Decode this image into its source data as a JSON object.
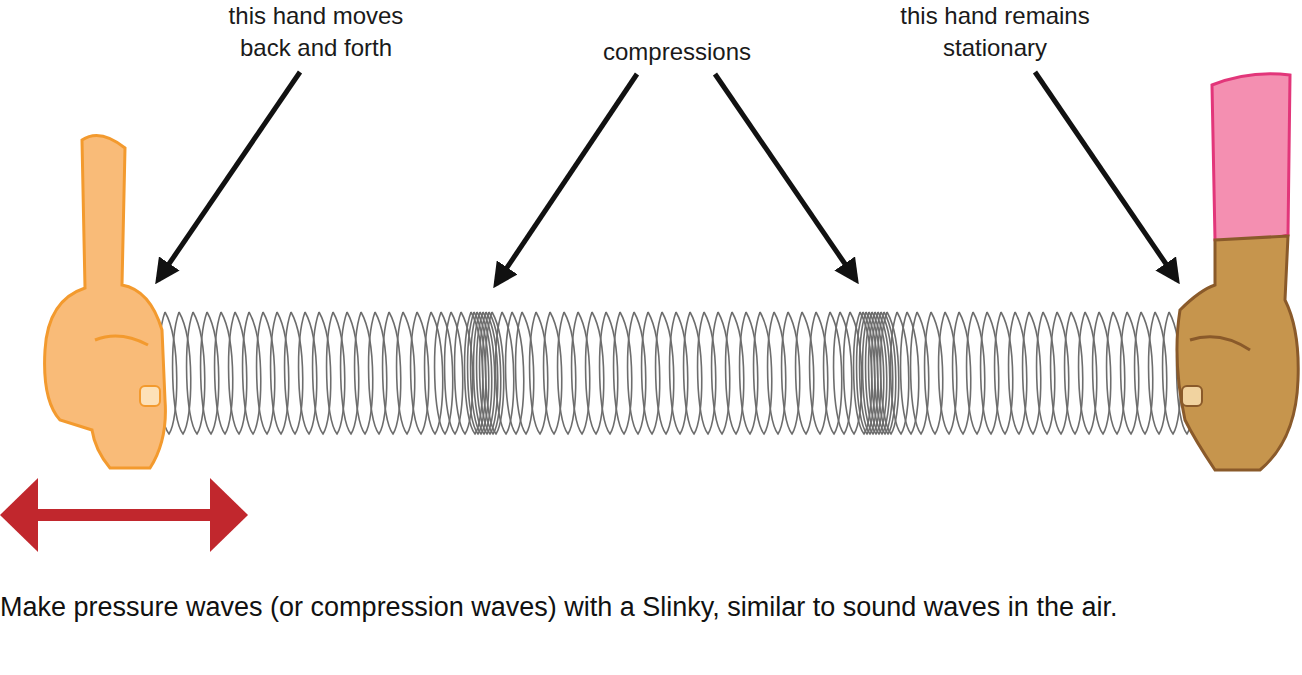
{
  "diagram": {
    "caption": "Make pressure waves (or compression waves) with a Slinky, similar to sound waves in the air.",
    "labels": [
      "this hand moves back and forth",
      "compressions",
      "this hand remains stationary"
    ]
  }
}
